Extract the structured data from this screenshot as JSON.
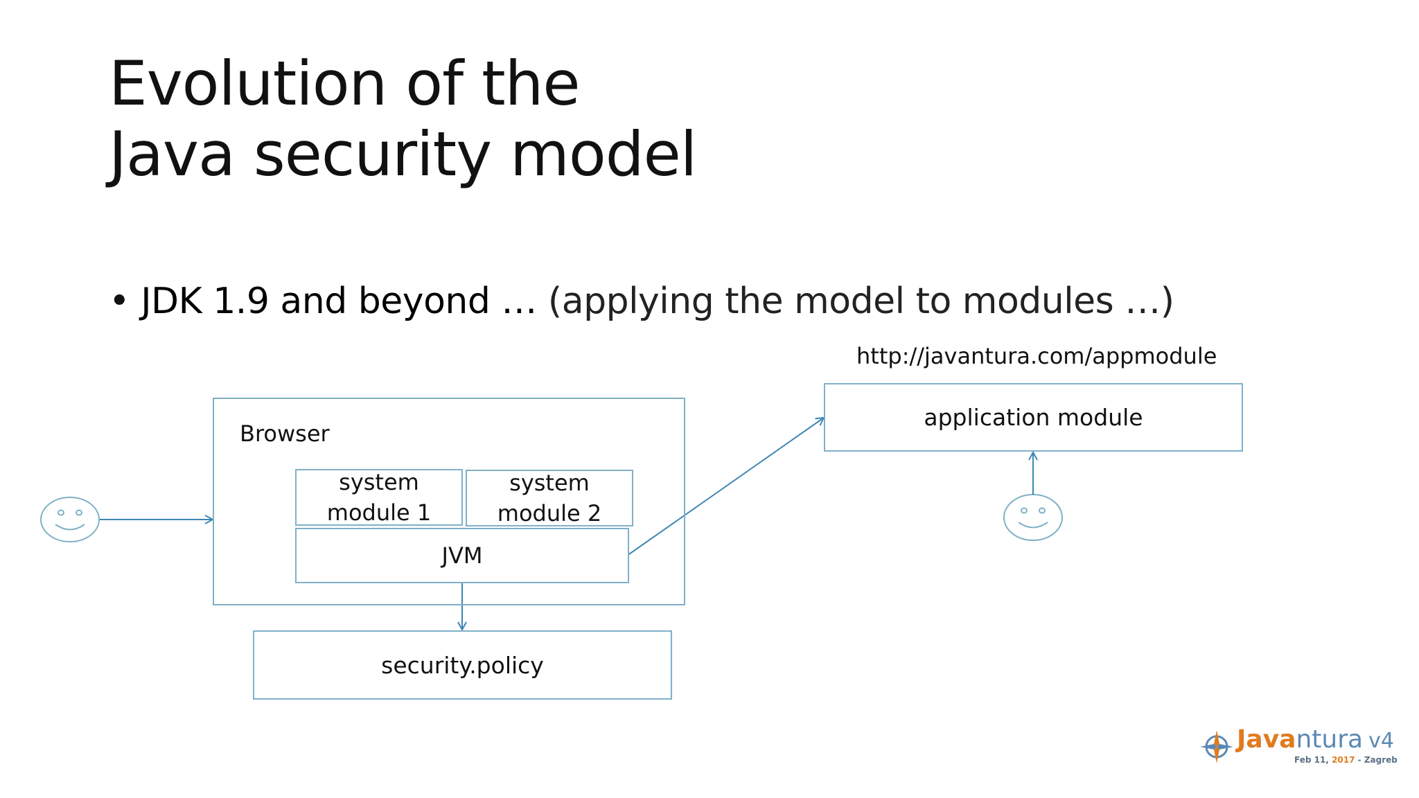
{
  "title": {
    "line1": "Evolution of the",
    "line2": "Java security model"
  },
  "bullet": {
    "marker": "•",
    "strong": "JDK 1.9 and beyond …",
    "paren": "(applying the model to modules …)"
  },
  "diagram": {
    "url_label": "http://javantura.com/appmodule",
    "browser_label": "Browser",
    "system_module_1": {
      "line1": "system",
      "line2": "module 1"
    },
    "system_module_2": {
      "line1": "system",
      "line2": "module 2"
    },
    "jvm_label": "JVM",
    "policy_label": "security.policy",
    "app_module_label": "application module",
    "line_color": "#3d86b3",
    "box_border_color": "#7fb0c8"
  },
  "logo": {
    "name_highlight": "Java",
    "name_rest": "ntura",
    "version": "v4",
    "date_prefix": "Feb 11,",
    "date_year": "2017",
    "date_suffix": "- Zagreb",
    "primary_color": "#e07b1f",
    "secondary_color": "#5a88b4"
  }
}
